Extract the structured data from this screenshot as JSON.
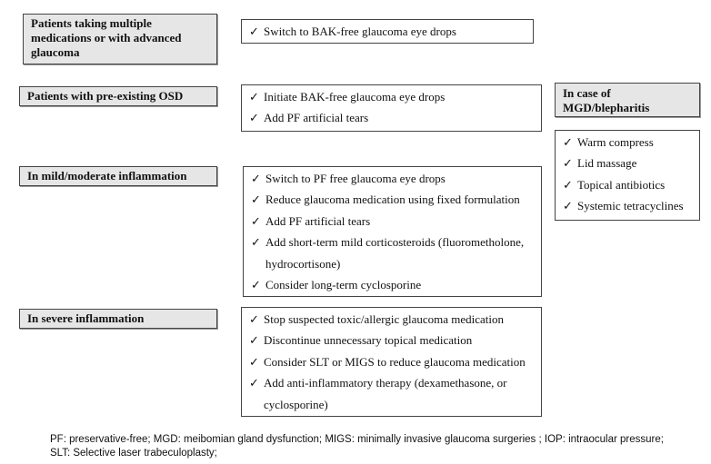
{
  "rows": [
    {
      "label": "Patients taking multiple medications or with advanced glaucoma",
      "items": [
        "Switch to BAK-free glaucoma eye drops"
      ]
    },
    {
      "label": "Patients with pre-existing OSD",
      "items": [
        "Initiate BAK-free glaucoma eye drops",
        "Add PF artificial tears"
      ]
    },
    {
      "label": "In mild/moderate inflammation",
      "items": [
        "Switch to PF free glaucoma eye drops",
        "Reduce glaucoma medication using fixed formulation",
        "Add PF artificial tears",
        "Add short-term mild corticosteroids (fluorometholone, hydrocortisone)",
        "Consider long-term cyclosporine"
      ]
    },
    {
      "label": "In severe inflammation",
      "items": [
        "Stop suspected toxic/allergic glaucoma medication",
        "Discontinue unnecessary topical medication",
        "Consider SLT or MIGS to reduce glaucoma medication",
        "Add anti-inflammatory therapy (dexamethasone, or cyclosporine)"
      ]
    }
  ],
  "side": {
    "label": "In case of MGD/blepharitis",
    "items": [
      "Warm compress",
      "Lid massage",
      "Topical antibiotics",
      "Systemic tetracyclines"
    ]
  },
  "check_glyph": "✓",
  "footnote": "PF: preservative-free; MGD: meibomian gland dysfunction; MIGS: minimally invasive glaucoma surgeries ; IOP: intraocular pressure; SLT: Selective laser trabeculoplasty;"
}
